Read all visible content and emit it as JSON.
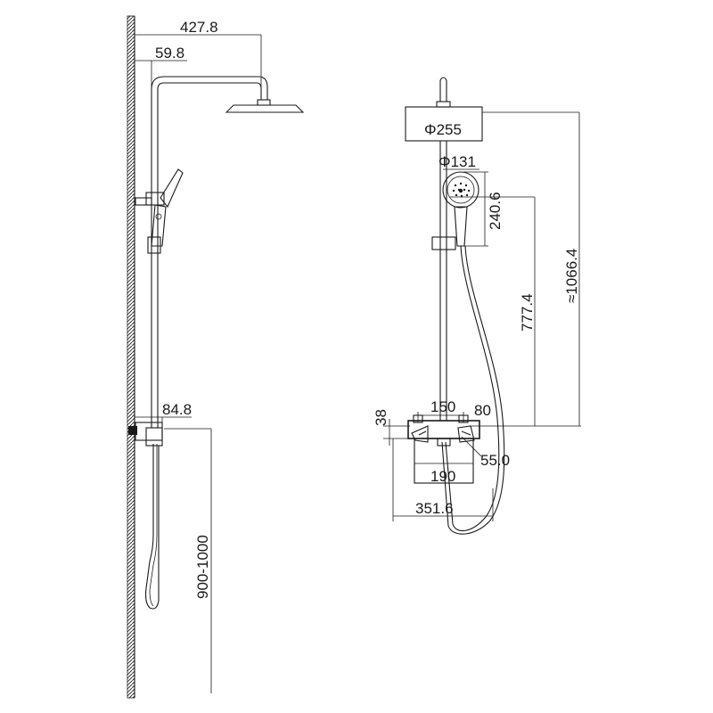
{
  "dimensions": {
    "arm_reach": "427.8",
    "wall_offset": "59.8",
    "mixer_offset": "84.8",
    "outlet_height": "900-1000",
    "head_diameter": "Φ255",
    "hand_diameter": "Φ131",
    "hand_length": "240.6",
    "rail_length": "777.4",
    "total_height": "≈1066.4",
    "mixer_depth": "38",
    "center_distance": "150",
    "inlet_height": "80",
    "handle_size": "55.0",
    "mixer_width": "190",
    "shelf_width": "351.6"
  },
  "colors": {
    "line": "#1a1a1a",
    "background": "#ffffff"
  }
}
